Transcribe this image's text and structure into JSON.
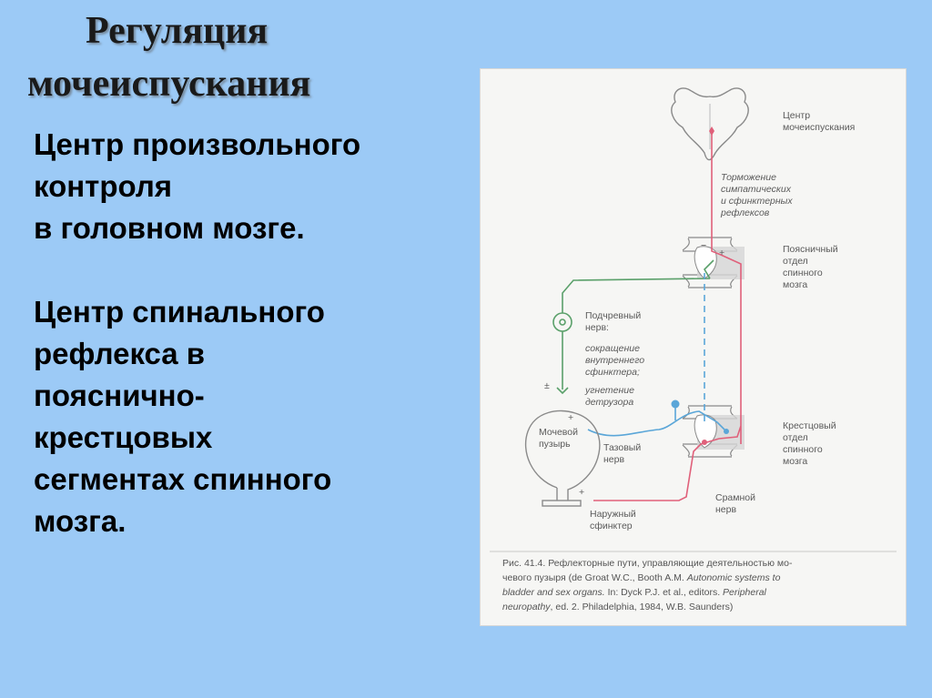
{
  "title": {
    "line1": "Регуляция",
    "line2": "мочеиспускания"
  },
  "body": {
    "voluntary_lines": [
      "Центр произвольного",
      "контроля",
      "в головном мозге."
    ],
    "spinal_lines": [
      "Центр спинального",
      "рефлекса в",
      "пояснично-",
      "крестцовых",
      "сегментах спинного",
      "мозга."
    ]
  },
  "figure": {
    "labels": {
      "center_1": "Центр",
      "center_2": "мочеиспускания",
      "inhib_1": "Торможение",
      "inhib_2": "симпатических",
      "inhib_3": "и сфинктерных",
      "inhib_4": "рефлексов",
      "lumbar_1": "Поясничный",
      "lumbar_2": "отдел",
      "lumbar_3": "спинного",
      "lumbar_4": "мозга",
      "hypogastric_1": "Подчревный",
      "hypogastric_2": "нерв:",
      "contract_1": "сокращение",
      "contract_2": "внутреннего",
      "contract_3": "сфинктера;",
      "suppress_1": "угнетение",
      "suppress_2": "детрузора",
      "bladder_1": "Мочевой",
      "bladder_2": "пузырь",
      "pelvic_1": "Тазовый",
      "pelvic_2": "нерв",
      "sacral_1": "Крестцовый",
      "sacral_2": "отдел",
      "sacral_3": "спинного",
      "sacral_4": "мозга",
      "pudendal_1": "Срамной",
      "pudendal_2": "нерв",
      "external_1": "Наружный",
      "external_2": "сфинктер",
      "plus_minus": "±",
      "plus": "+",
      "minus": "−"
    },
    "caption": {
      "line1": "Рис. 41.4. Рефлекторные пути, управляющие деятельностью мо-",
      "line2_a": "чевого пузыря (de Groat W.C., Booth A.M. ",
      "line2_b": "Autonomic systems to",
      "line3_a": "bladder and sex organs.",
      "line3_b": " In: Dyck P.J. et al., editors. ",
      "line3_c": "Peripheral",
      "line4_a": "neuropathy",
      "line4_b": ", ed. 2. Philadelphia, 1984, W.B. Saunders)"
    },
    "colors": {
      "red_pathway": "#e0607a",
      "green_pathway": "#5aa06a",
      "blue_pathway": "#5aa6d8",
      "outline": "#8a8a8a"
    }
  }
}
